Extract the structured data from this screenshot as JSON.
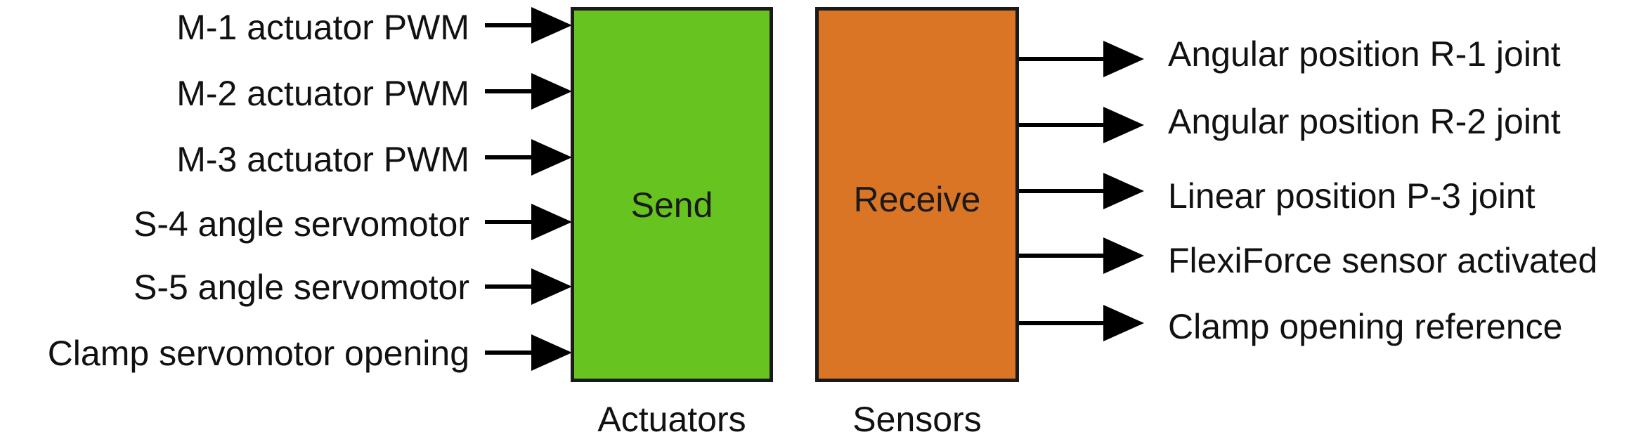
{
  "diagram": {
    "send_block": {
      "title": "Send",
      "caption": "Actuators",
      "color": "#66c320"
    },
    "receive_block": {
      "title": "Receive",
      "caption": "Sensors",
      "color": "#da7525"
    },
    "inputs": [
      "M-1 actuator PWM",
      "M-2 actuator PWM",
      "M-3 actuator PWM",
      "S-4 angle servomotor",
      "S-5 angle servomotor",
      "Clamp servomotor opening"
    ],
    "outputs": [
      "Angular position R-1 joint",
      "Angular position R-2 joint",
      "Linear position P-3 joint",
      "FlexiForce sensor activated",
      "Clamp opening reference"
    ]
  }
}
